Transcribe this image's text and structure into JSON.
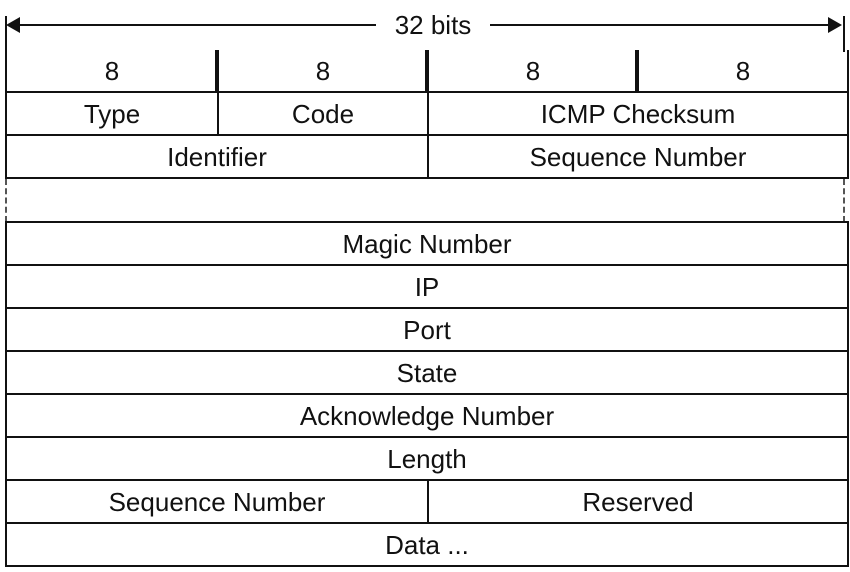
{
  "header": {
    "width_label": "32 bits"
  },
  "icmp_header": {
    "bit_widths": [
      "8",
      "8",
      "8",
      "8"
    ],
    "row_type_code_checksum": {
      "type": "Type",
      "code": "Code",
      "checksum": "ICMP Checksum"
    },
    "row_id_seq": {
      "identifier": "Identifier",
      "sequence": "Sequence Number"
    }
  },
  "payload": {
    "magic": "Magic Number",
    "ip": "IP",
    "port": "Port",
    "state": "State",
    "ack": "Acknowledge Number",
    "length": "Length",
    "sequence": "Sequence Number",
    "reserved": "Reserved",
    "data": "Data ..."
  }
}
